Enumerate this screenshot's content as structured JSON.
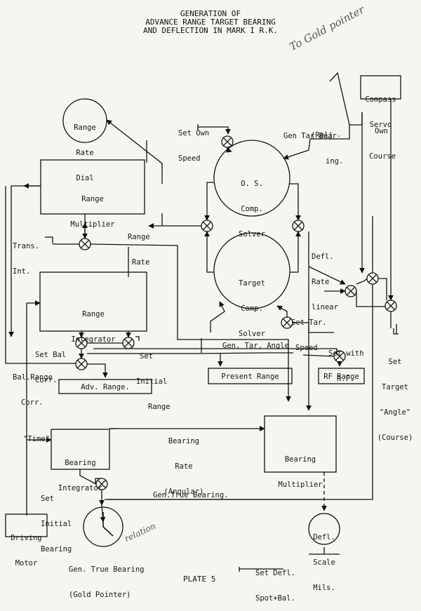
{
  "title": {
    "line1": "GENERATION OF",
    "line2": "ADVANCE RANGE TARGET BEARING",
    "line3": "AND DEFLECTION IN MARK I  R.K."
  },
  "annotations": {
    "to_gold_pointer": "To Gold pointer",
    "relation": "relation"
  },
  "blocks": {
    "range_rate_dial": [
      "Range",
      "Rate",
      "Dial"
    ],
    "range_multiplier": [
      "Range",
      "Multiplier"
    ],
    "os_solver": [
      "O. S.",
      "Comp.",
      "Solver"
    ],
    "target_solver": [
      "Target",
      "Comp.",
      "Solver"
    ],
    "range_integrator": [
      "Range",
      "Integrator"
    ],
    "compass_servo": [
      "Compass",
      "Servo"
    ],
    "adv_range": "Adv. Range.",
    "present_range": "Present Range",
    "rf_range": "RF Range",
    "bearing_integrator": [
      "Bearing",
      "Integrator"
    ],
    "bearing_multiplier": [
      "Bearing",
      "Multiplier"
    ],
    "driving_motor": [
      "Driving",
      "Motor"
    ],
    "defl_scale": [
      "Defl.",
      "Scale",
      "Mils."
    ]
  },
  "labels": {
    "set_own_speed": [
      "Set Own",
      "Speed"
    ],
    "gen_tar_bearing": [
      "Gen Tar Bear-",
      "ing."
    ],
    "rel": "(Rel)",
    "own_course": [
      "Own",
      "Course"
    ],
    "range_rate": [
      "Range",
      "Rate"
    ],
    "trans_int": [
      "Trans.",
      "Int."
    ],
    "defl_rate_linear": [
      "Defl.",
      "Rate",
      "linear"
    ],
    "set_tar_speed": [
      "Set Tar.",
      "Speed"
    ],
    "set_bal_corr": [
      "Set Bal",
      "Corr."
    ],
    "set_initial_range": [
      "Set",
      "Initial",
      "Range"
    ],
    "gen_tar_angle": "Gen. Tar. Angle",
    "set_with_rf": [
      "Set with",
      "R.F."
    ],
    "bal_range_corr": [
      "Bal.Range",
      "Corr."
    ],
    "set_target_angle": [
      "Set",
      "Target",
      "\"Angle\"",
      "(Course)"
    ],
    "time": "\"Time\"",
    "bearing_rate": [
      "Bearing",
      "Rate",
      "(Angular)"
    ],
    "set_initial_bearing": [
      "Set",
      "Initial",
      "Bearing"
    ],
    "gen_true_bearing_line": "Gen.True Bearing.",
    "gen_true_bearing": [
      "Gen. True Bearing",
      "(Gold Pointer)"
    ],
    "set_defl": [
      "Set Defl.",
      "Spot+Bal."
    ],
    "plate": "PLATE 5"
  }
}
